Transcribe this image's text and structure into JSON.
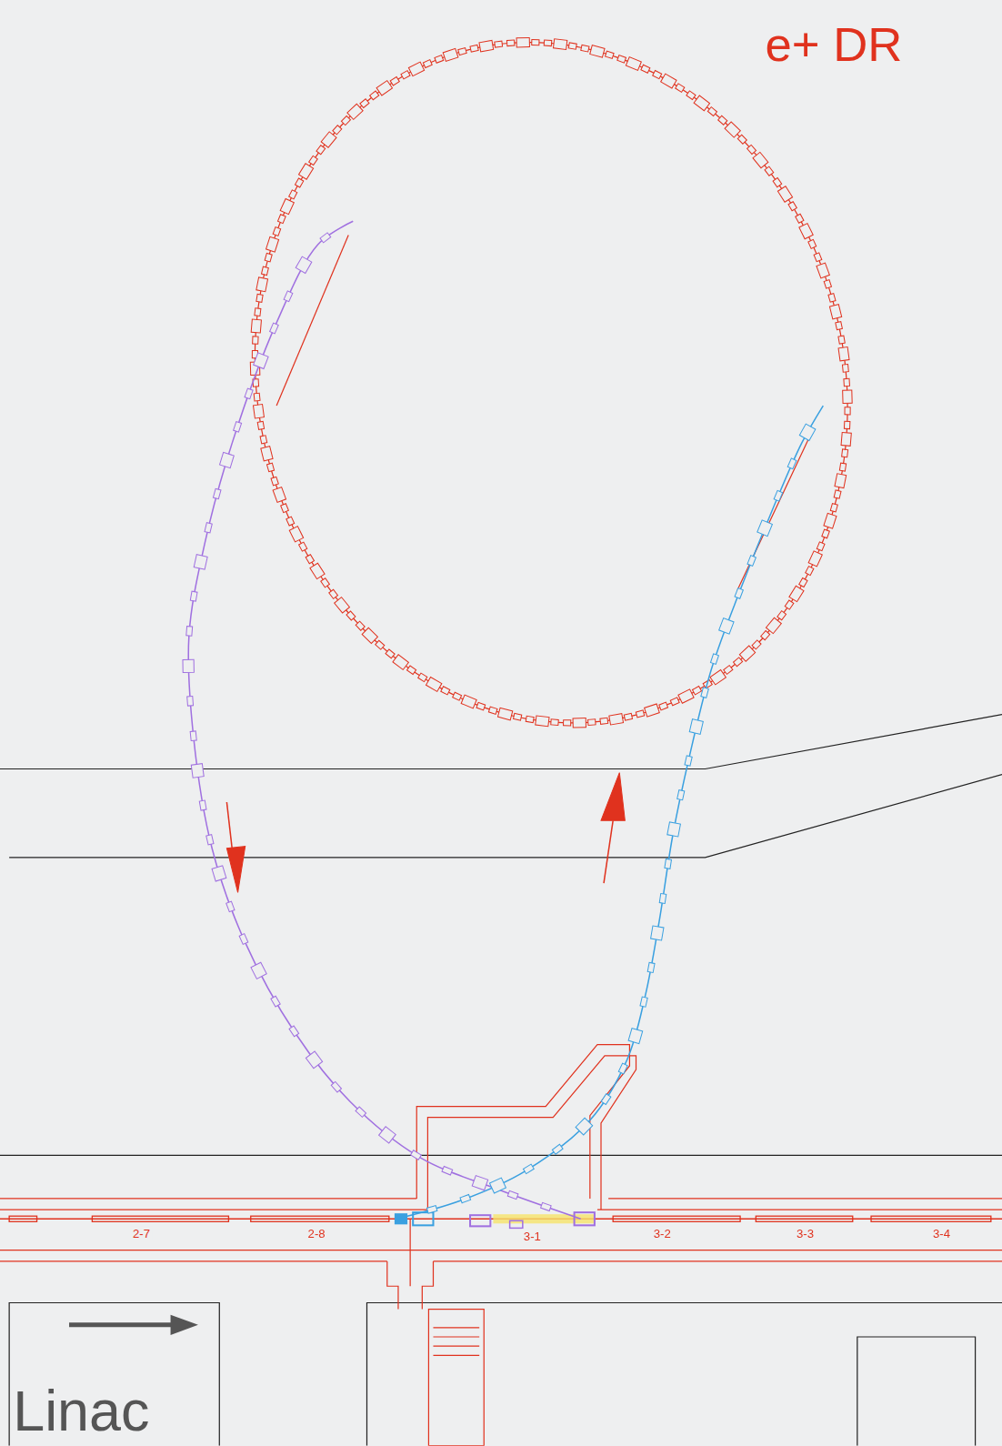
{
  "diagram": {
    "labels": [
      "e+ DR",
      "2-7",
      "2-8",
      "3-1",
      "3-2",
      "3-3",
      "3-4",
      "Linac"
    ]
  }
}
